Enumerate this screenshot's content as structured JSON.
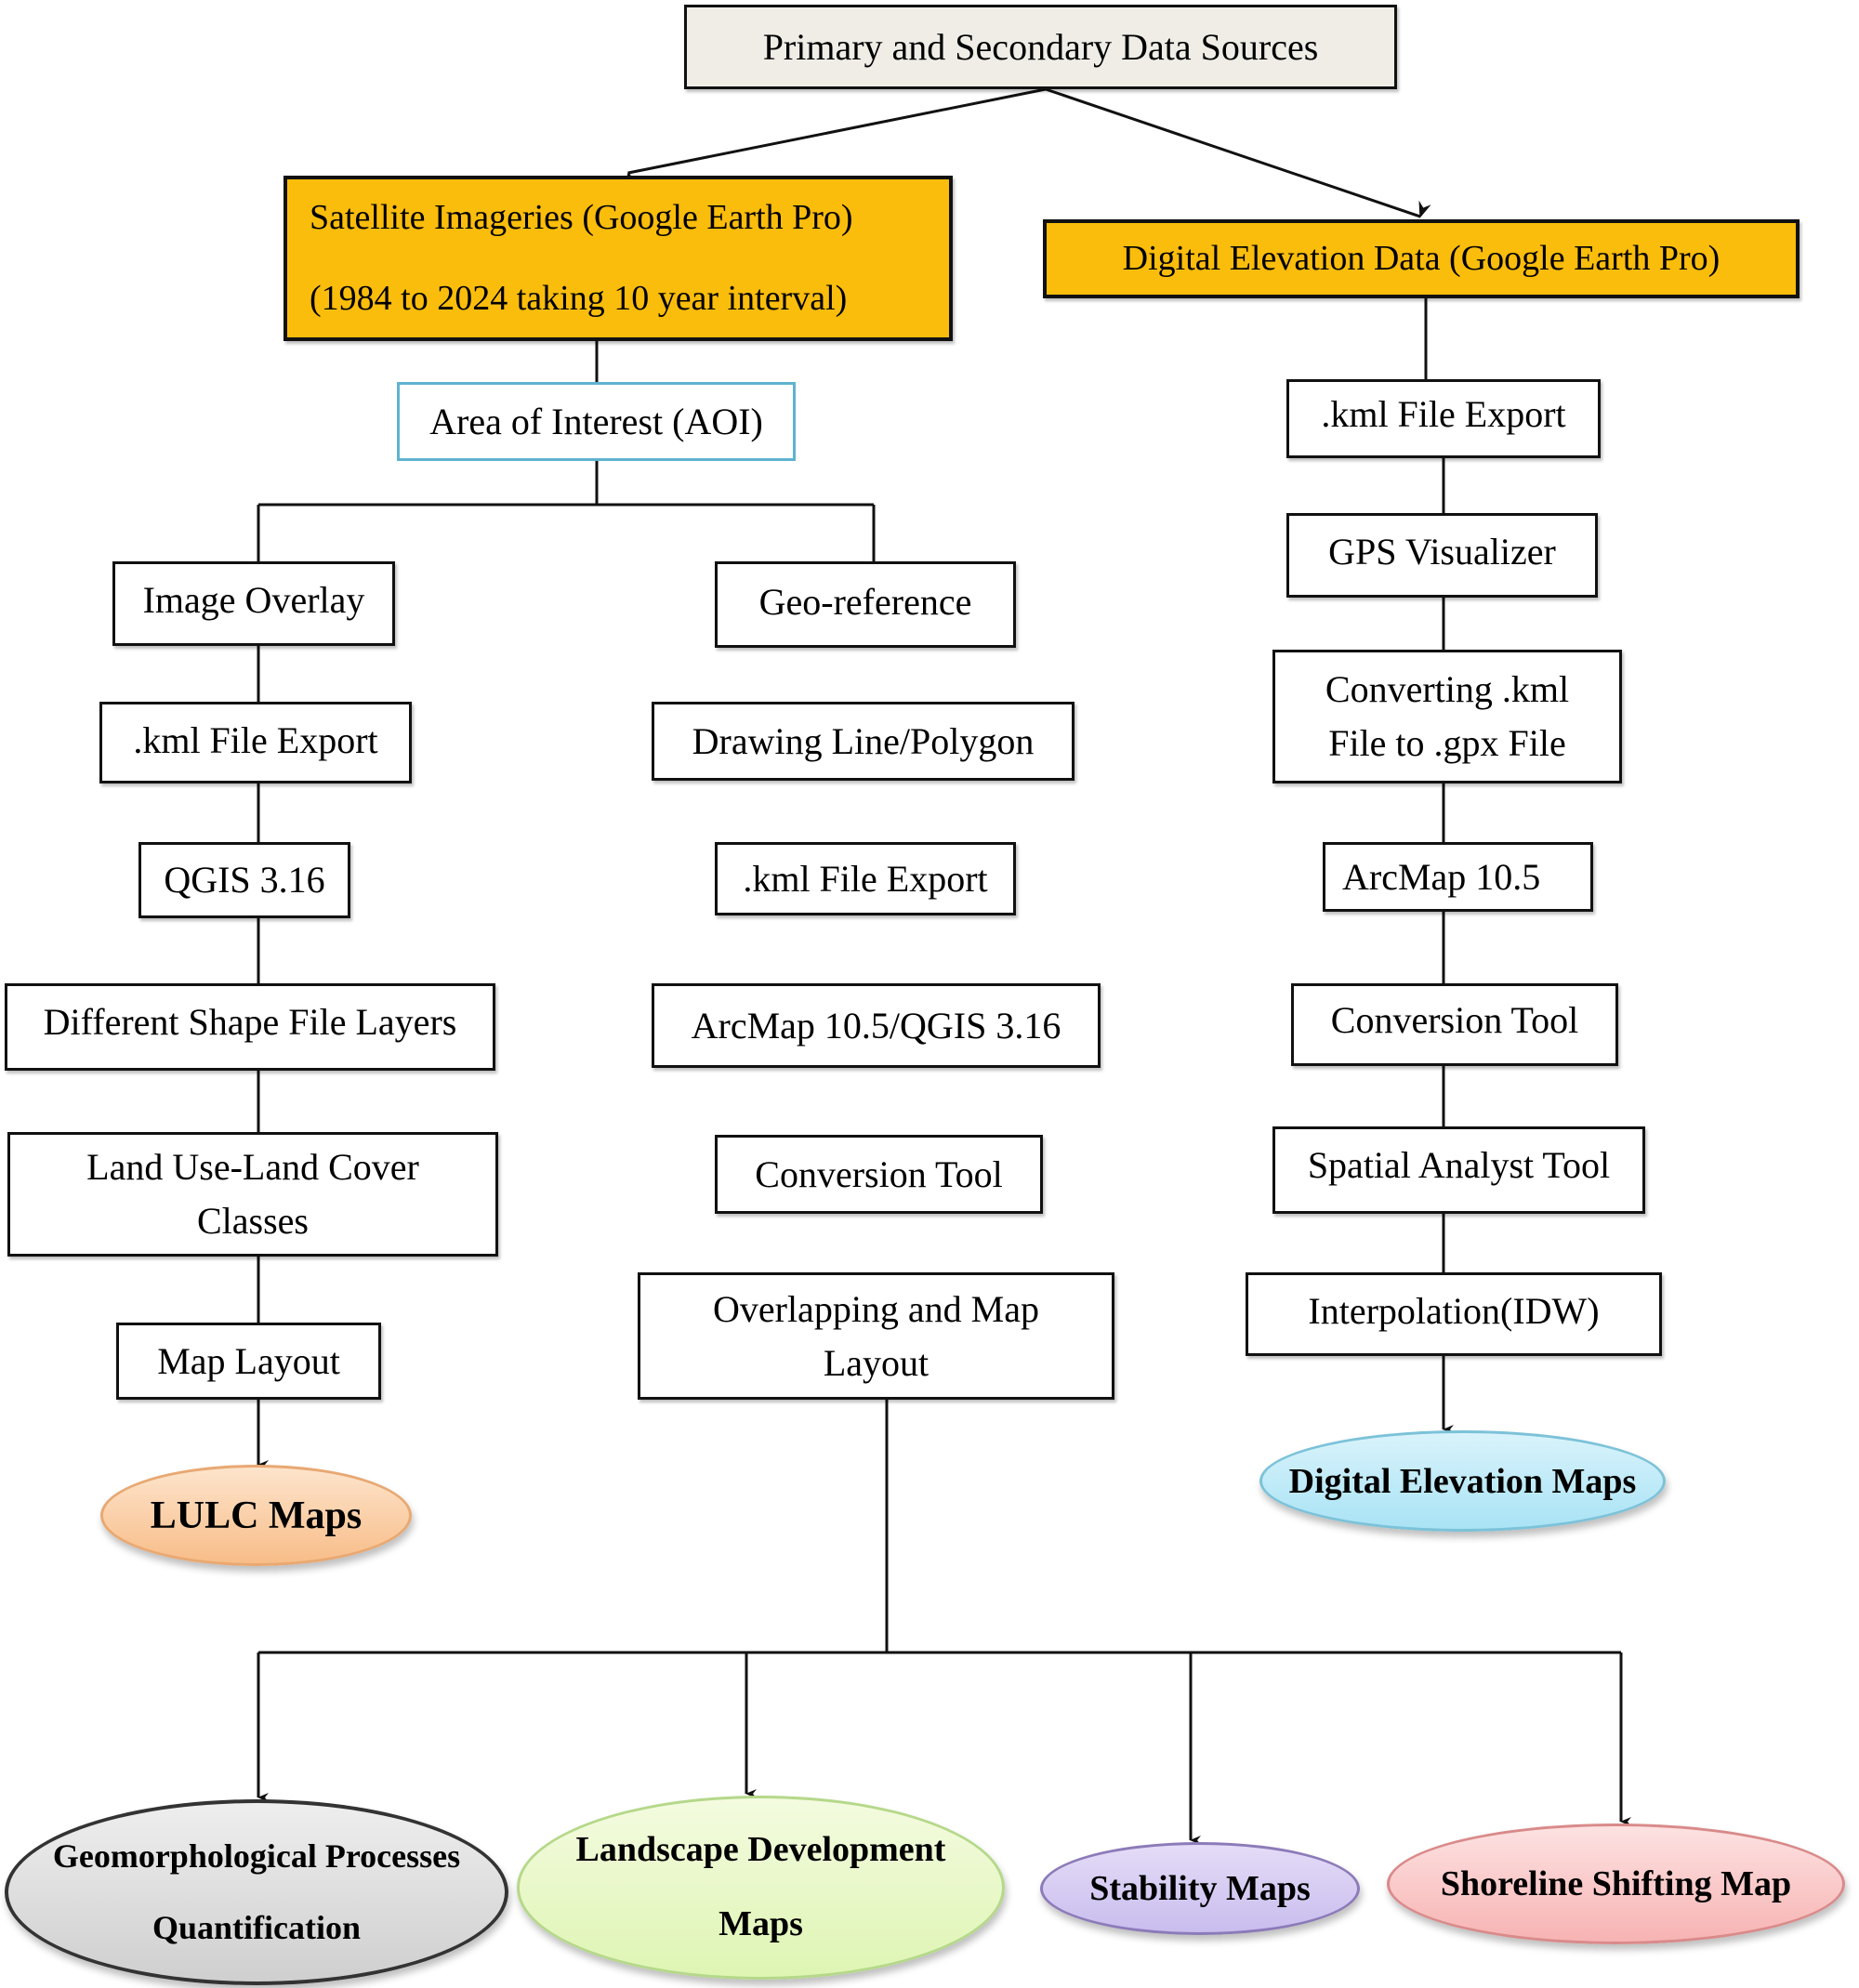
{
  "diagram": {
    "type": "flowchart",
    "root": {
      "label": "Primary and Secondary Data Sources"
    },
    "sources": {
      "satellite": {
        "lines": [
          "Satellite Imageries (Google Earth Pro)",
          "(1984 to 2024 taking 10 year interval)"
        ]
      },
      "elevation": {
        "label": "Digital Elevation Data (Google Earth Pro)"
      }
    },
    "aoi": {
      "label": "Area of Interest (AOI)"
    },
    "left_branch": {
      "steps": [
        {
          "lines": [
            "Image Overlay"
          ]
        },
        {
          "lines": [
            ".kml File Export"
          ]
        },
        {
          "lines": [
            "QGIS 3.16"
          ]
        },
        {
          "lines": [
            "Different Shape File Layers"
          ]
        },
        {
          "lines": [
            "Land Use-Land Cover",
            "Classes"
          ]
        },
        {
          "lines": [
            "Map Layout"
          ]
        }
      ],
      "output": {
        "label": "LULC Maps",
        "color": "#f8bd88"
      }
    },
    "middle_branch": {
      "steps": [
        {
          "lines": [
            "Geo-reference"
          ]
        },
        {
          "lines": [
            "Drawing Line/Polygon"
          ]
        },
        {
          "lines": [
            ".kml File Export"
          ]
        },
        {
          "lines": [
            "ArcMap 10.5/QGIS 3.16"
          ]
        },
        {
          "lines": [
            "Conversion Tool"
          ]
        },
        {
          "lines": [
            "Overlapping and Map",
            "Layout"
          ]
        }
      ],
      "outputs": [
        {
          "lines": [
            "Geomorphological Processes",
            "Quantification"
          ],
          "color": "#cfcfcf"
        },
        {
          "lines": [
            "Landscape Development",
            "Maps"
          ],
          "color": "#def5b3"
        },
        {
          "lines": [
            "Stability Maps"
          ],
          "color": "#c9bdee"
        },
        {
          "lines": [
            "Shoreline Shifting Map"
          ],
          "color": "#f7b3b3"
        }
      ]
    },
    "right_branch": {
      "steps": [
        {
          "lines": [
            ".kml File Export"
          ]
        },
        {
          "lines": [
            "GPS Visualizer"
          ]
        },
        {
          "lines": [
            "Converting .kml",
            "File to .gpx File"
          ]
        },
        {
          "lines": [
            "ArcMap 10.5"
          ]
        },
        {
          "lines": [
            "Conversion Tool"
          ]
        },
        {
          "lines": [
            "Spatial Analyst Tool"
          ]
        },
        {
          "lines": [
            "Interpolation(IDW)"
          ]
        }
      ],
      "output": {
        "label": "Digital Elevation Maps",
        "color": "#a9e3f5"
      }
    },
    "colors": {
      "source_fill": "#fbbd0b",
      "root_fill": "#efede6",
      "aoi_border": "#5fb3cf",
      "line": "#111111"
    }
  }
}
